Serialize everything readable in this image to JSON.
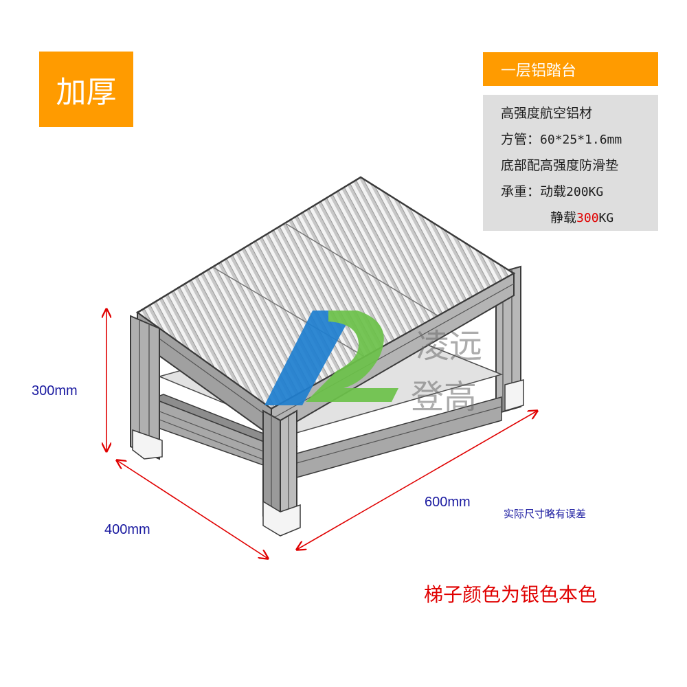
{
  "colors": {
    "orange": "#ff9b00",
    "panel_grey": "#dedede",
    "dimension_red": "#e00000",
    "dimension_text": "#1a1aa0",
    "highlight_red": "#e00000"
  },
  "badge": {
    "label": "加厚"
  },
  "spec": {
    "title": "一层铝踏台",
    "material": "高强度航空铝材",
    "tube_label": "方管：",
    "tube_value": "60*25*1.6mm",
    "pad": "底部配高强度防滑垫",
    "load_label": "承重：",
    "dynamic_label": "动载",
    "dynamic_value": "200KG",
    "static_label": "静载",
    "static_value": "300",
    "static_unit": "KG"
  },
  "dimensions": {
    "height": "300mm",
    "depth": "400mm",
    "width": "600mm"
  },
  "notes": {
    "tolerance": "实际尺寸略有误差",
    "color": "梯子颜色为银色本色"
  },
  "watermark": {
    "line1": "凌远",
    "line2": "登高"
  },
  "icons": {
    "logo": "lz-logo-icon",
    "product": "aluminum-step-platform-illustration"
  }
}
